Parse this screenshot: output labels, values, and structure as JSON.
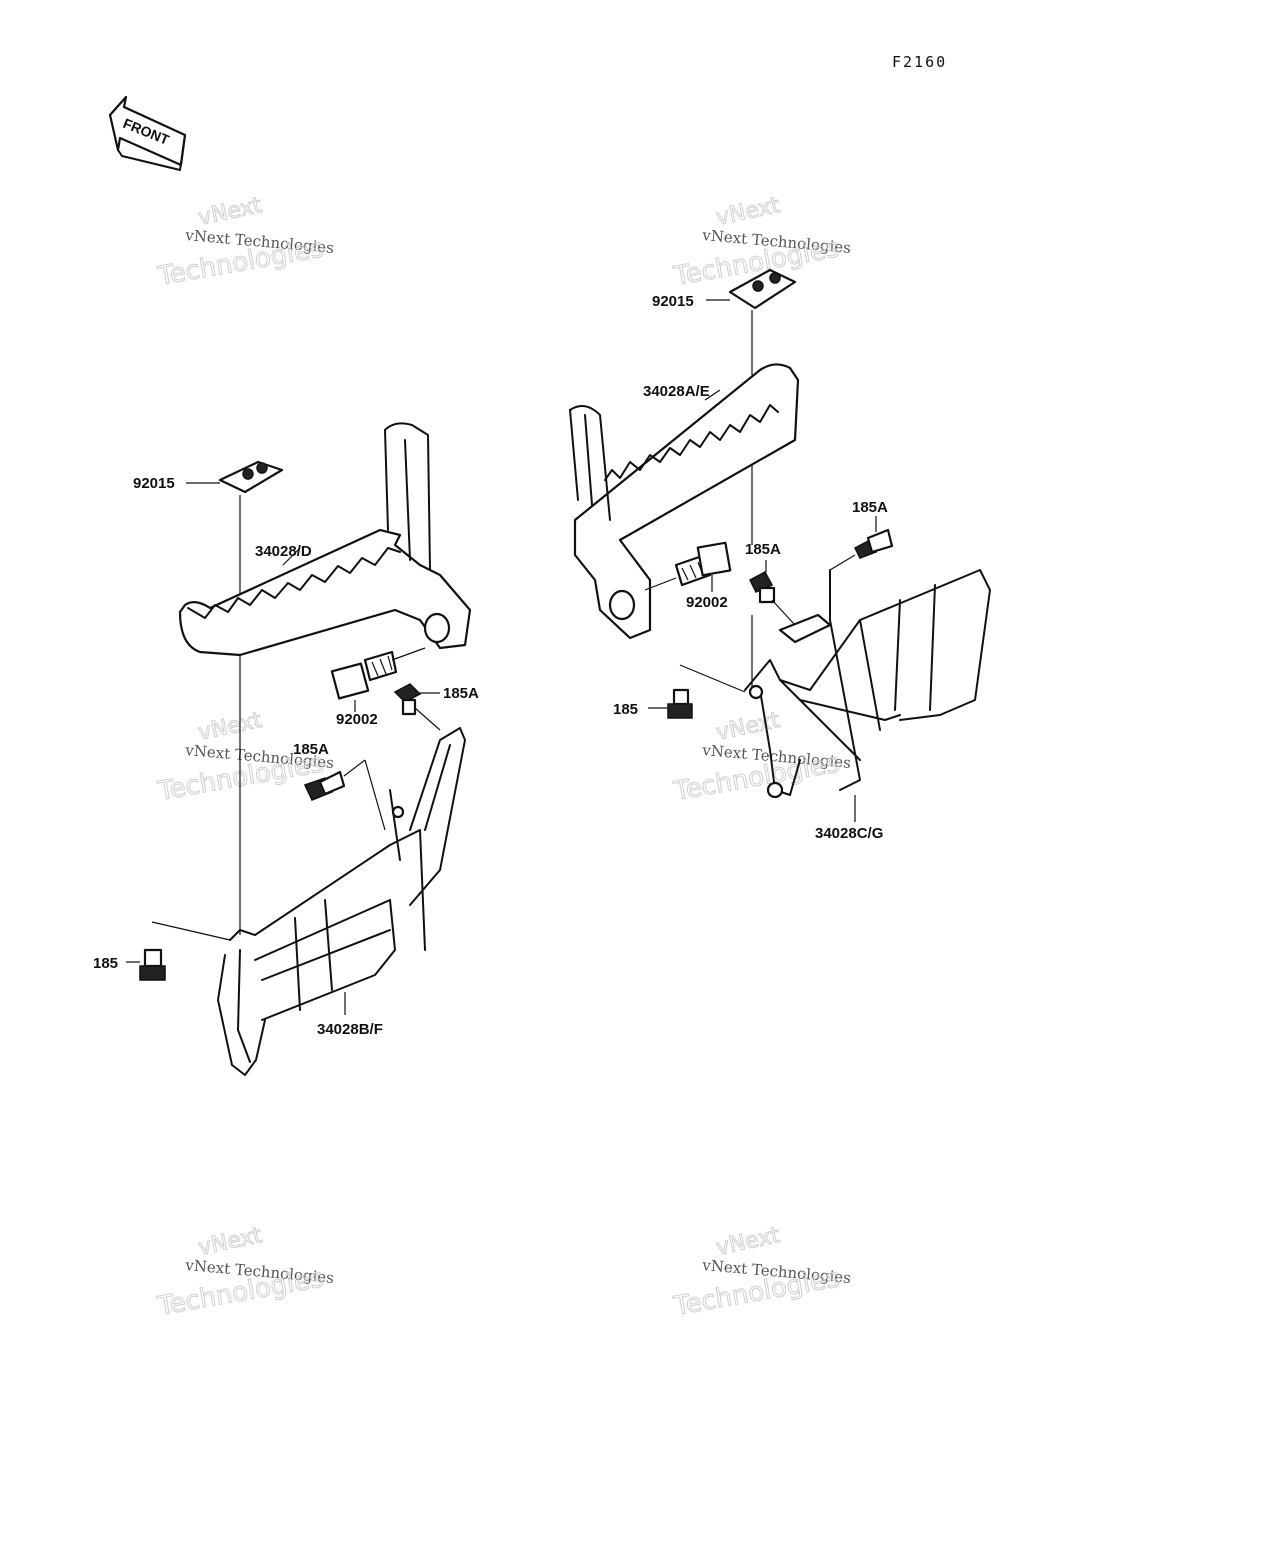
{
  "diagram": {
    "code": "F2160",
    "front_label": "FRONT",
    "watermark": {
      "line1": "vNext",
      "line2": "vNext Technologies",
      "line3": "Technologies"
    },
    "left_assembly": {
      "callouts": {
        "pad": "92015",
        "footpeg": "34028/D",
        "bolt_main": "92002",
        "bolt_upper": "185A",
        "bolt_lower": "185A",
        "bolt_side": "185",
        "guard": "34028B/F"
      }
    },
    "right_assembly": {
      "callouts": {
        "pad": "92015",
        "footpeg": "34028A/E",
        "bolt_main": "92002",
        "bolt_upper": "185A",
        "bolt_lower": "185A",
        "bolt_side": "185",
        "guard": "34028C/G"
      }
    }
  }
}
